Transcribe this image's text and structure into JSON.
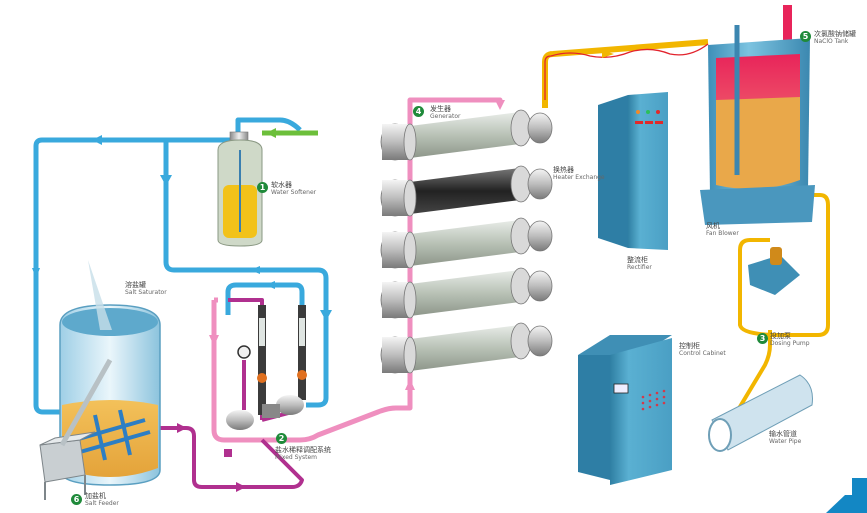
{
  "diagram": {
    "title": "Sodium hypochlorite generator process flow",
    "colors": {
      "water_line": "#39a9dd",
      "brine_line": "#b0308f",
      "mixed_line": "#ef8fbf",
      "hypochlorite_line": "#f2b600",
      "inlet_line": "#6cbf3a",
      "equipment": "#5aa7c6",
      "step_badge": "#1f8a3a",
      "corner_accent": "#1387c4"
    },
    "components": [
      {
        "step": "1",
        "cn": "软水器",
        "en": "Water Softener"
      },
      {
        "step": "2",
        "cn": "盐水稀释调配系统",
        "en": "Mixed System"
      },
      {
        "step": "3",
        "cn": "投加泵",
        "en": "Dosing Pump"
      },
      {
        "step": "4",
        "cn": "发生器",
        "en": "Generator"
      },
      {
        "step": "5",
        "cn": "次氯酸钠储罐",
        "en": "NaClO Tank"
      },
      {
        "step": "6",
        "cn": "加盐机",
        "en": "Salt Feeder"
      },
      {
        "step": "",
        "cn": "溶盐罐",
        "en": "Salt Saturator"
      },
      {
        "step": "",
        "cn": "换热器",
        "en": "Heater Exchange"
      },
      {
        "step": "",
        "cn": "整流柜",
        "en": "Rectifier"
      },
      {
        "step": "",
        "cn": "风机",
        "en": "Fan Blower"
      },
      {
        "step": "",
        "cn": "控制柜",
        "en": "Control Cabinet"
      },
      {
        "step": "",
        "cn": "输水管道",
        "en": "Water Pipe"
      }
    ]
  }
}
